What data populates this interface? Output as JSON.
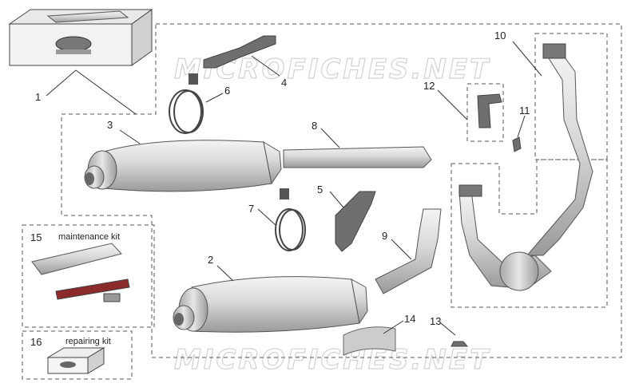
{
  "watermarks": [
    "MICROFICHES.NET",
    "MICROFICHES.NET"
  ],
  "callouts": [
    "1",
    "2",
    "3",
    "4",
    "5",
    "6",
    "7",
    "8",
    "9",
    "10",
    "11",
    "12",
    "13",
    "14",
    "15",
    "16"
  ],
  "kits": {
    "maintenance": {
      "number": "15",
      "title": "maintenance kit"
    },
    "repairing": {
      "number": "16",
      "title": "repairing kit"
    }
  }
}
